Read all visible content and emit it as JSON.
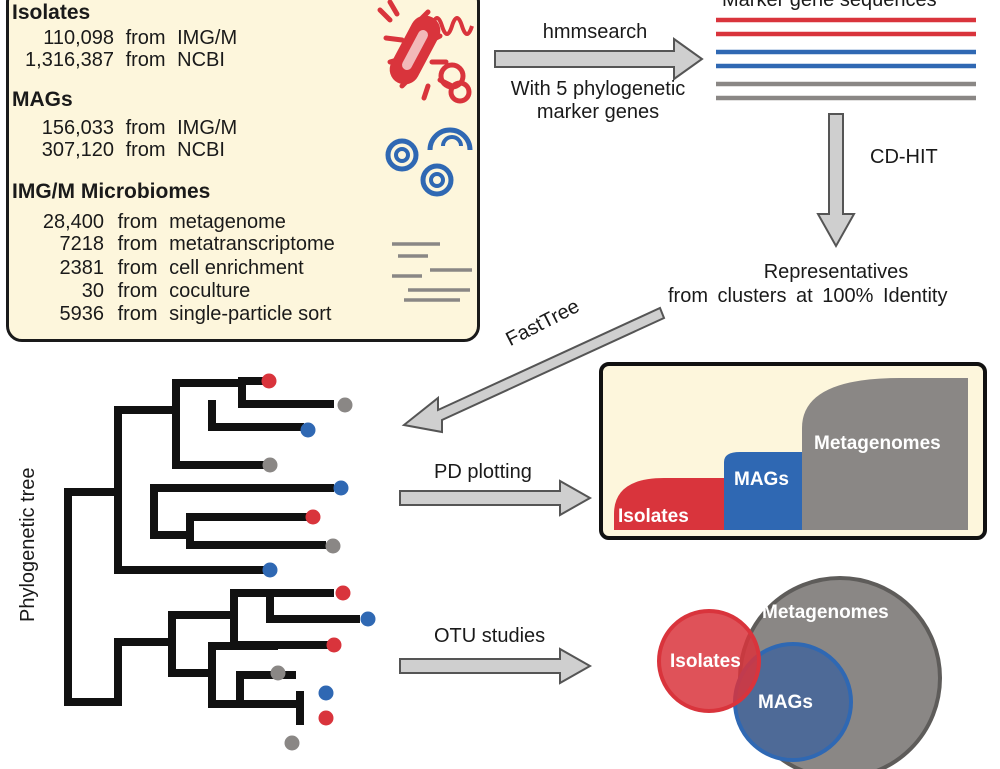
{
  "sources": {
    "isolates": {
      "heading": "Isolates",
      "rows": [
        {
          "count": "110,098",
          "from": "from",
          "source": "IMG/M"
        },
        {
          "count": "1,316,387",
          "from": "from",
          "source": "NCBI"
        }
      ]
    },
    "mags": {
      "heading": "MAGs",
      "rows": [
        {
          "count": "156,033",
          "from": "from",
          "source": "IMG/M"
        },
        {
          "count": "307,120",
          "from": "from",
          "source": "NCBI"
        }
      ]
    },
    "microbiomes": {
      "heading": "IMG/M Microbiomes",
      "rows": [
        {
          "count": "28,400",
          "from": "from",
          "source": "metagenome"
        },
        {
          "count": "7218",
          "from": "from",
          "source": "metatranscriptome"
        },
        {
          "count": "2381",
          "from": "from",
          "source": "cell enrichment"
        },
        {
          "count": "30",
          "from": "from",
          "source": "coculture"
        },
        {
          "count": "5936",
          "from": "from",
          "source": "single-particle sort"
        }
      ]
    }
  },
  "flow": {
    "step1_tool": "hmmsearch",
    "step1_note_line1": "With 5 phylogenetic",
    "step1_note_line2": "marker genes",
    "marker_title": "Marker gene sequences",
    "step2_tool": "CD-HIT",
    "representatives_line1": "Representatives",
    "representatives_line2": "from clusters at 100% Identity",
    "step3_tool": "FastTree",
    "tree_label": "Phylogenetic tree",
    "pd_plotting": "PD plotting",
    "otu_studies": "OTU studies"
  },
  "pd_plot": {
    "isolates": "Isolates",
    "mags": "MAGs",
    "metagenomes": "Metagenomes"
  },
  "venn": {
    "isolates": "Isolates",
    "mags": "MAGs",
    "metagenomes": "Metagenomes"
  },
  "colors": {
    "isolates": "#d9343c",
    "mags": "#2f68b3",
    "metagenomes": "#8a8785",
    "box_fill": "#fdf6dc",
    "arrow_fill": "#cfcfcf"
  }
}
